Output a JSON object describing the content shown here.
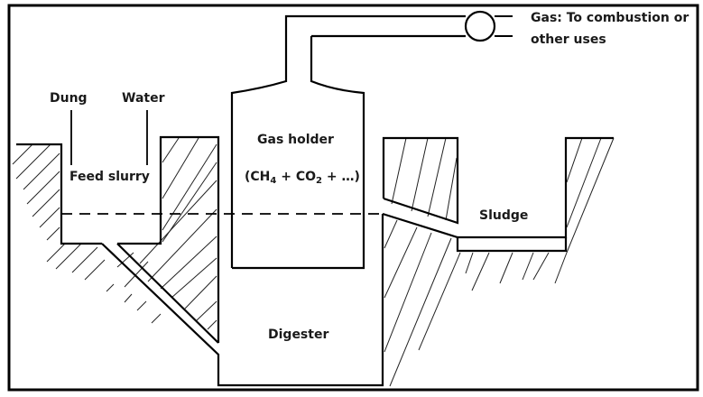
{
  "diagram": {
    "title": "Biogas plant schematic",
    "labels": {
      "dung": "Dung",
      "water": "Water",
      "feed_slurry": "Feed slurry",
      "gas_holder": "Gas holder",
      "gas_composition_prefix": "(CH",
      "gas_composition_sub1": "4",
      "gas_composition_mid": " + CO",
      "gas_composition_sub2": "2",
      "gas_composition_suffix": " + …)",
      "gas_output_line1": "Gas: To combustion or",
      "gas_output_line2": "other uses",
      "sludge": "Sludge",
      "digester": "Digester"
    },
    "components": [
      {
        "id": "feed-tank",
        "name": "Feed slurry tank"
      },
      {
        "id": "inlet-pipe",
        "name": "Inlet pipe"
      },
      {
        "id": "digester",
        "name": "Digester"
      },
      {
        "id": "gas-holder",
        "name": "Gas holder"
      },
      {
        "id": "gas-valve",
        "name": "Gas valve"
      },
      {
        "id": "outlet-pipe",
        "name": "Outlet pipe"
      },
      {
        "id": "sludge-tank",
        "name": "Sludge tank"
      }
    ],
    "colors": {
      "line": "#000000",
      "text": "#1a1a1a",
      "background": "#ffffff"
    }
  }
}
